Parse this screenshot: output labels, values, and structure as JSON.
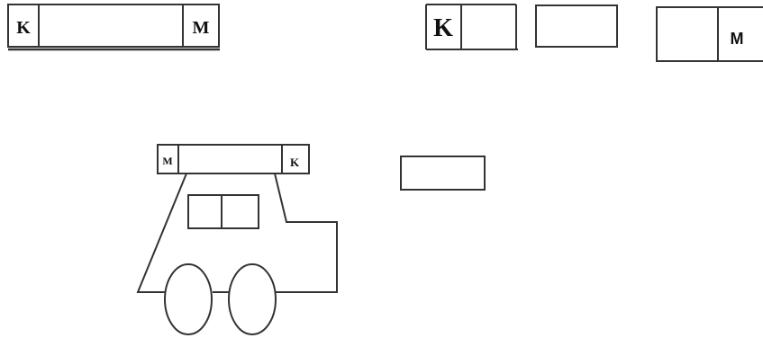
{
  "magnet_bar": {
    "left_pole": "K",
    "right_pole": "M"
  },
  "broken_magnet": {
    "left_piece_pole": "K",
    "right_piece_pole": "M"
  },
  "car_roof_magnet": {
    "left_pole": "M",
    "right_pole": "K"
  }
}
